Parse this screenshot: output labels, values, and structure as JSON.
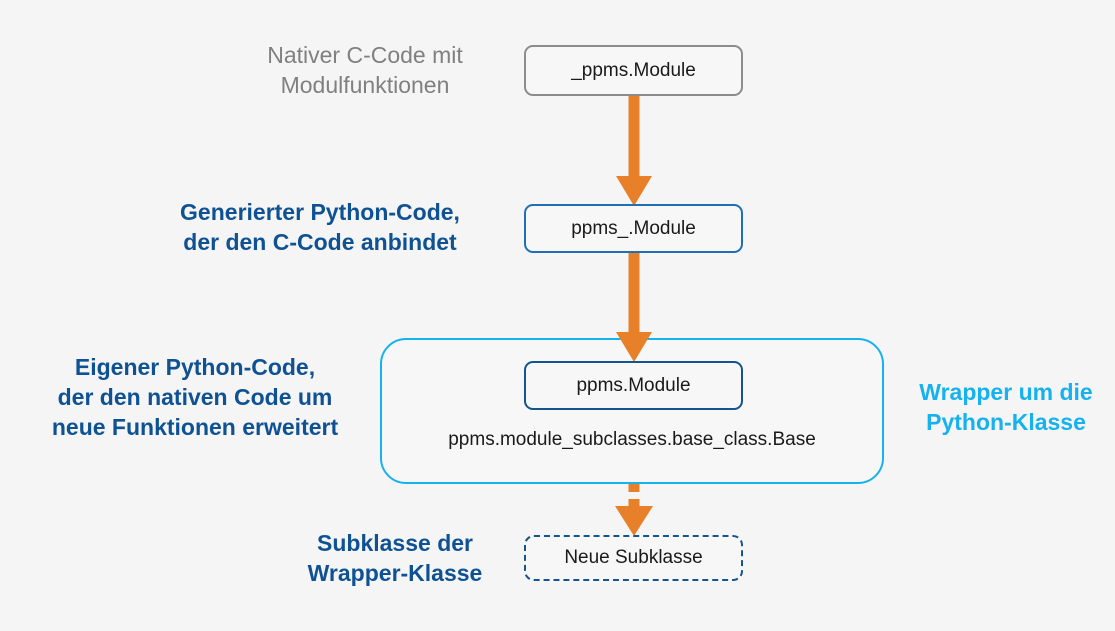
{
  "diagram": {
    "background_color": "#f5f5f5",
    "accent_orange": "#e8802a",
    "accent_blue": "#0f5294",
    "accent_cyan": "#16b1ef",
    "accent_gray": "#808080"
  },
  "labels": {
    "native": "Nativer C-Code mit\nModulfunktionen",
    "generated": "Generierter Python-Code,\nder den C-Code anbindet",
    "own": "Eigener Python-Code,\nder den nativen Code um\nneue Funktionen erweitert",
    "subclass": "Subklasse der\nWrapper-Klasse",
    "wrapper": "Wrapper um die\nPython-Klasse"
  },
  "nodes": {
    "native": "_ppms.Module",
    "generated": "ppms_.Module",
    "wrapped": "ppms.Module",
    "base_class": "ppms.module_subclasses.base_class.Base",
    "subclass": "Neue Subklasse"
  },
  "arrows": [
    {
      "name": "native-to-generated",
      "style": "solid",
      "color": "#e8802a"
    },
    {
      "name": "generated-to-wrapped",
      "style": "solid",
      "color": "#e8802a"
    },
    {
      "name": "wrapper-to-subclass",
      "style": "dashed",
      "color": "#e8802a"
    }
  ]
}
